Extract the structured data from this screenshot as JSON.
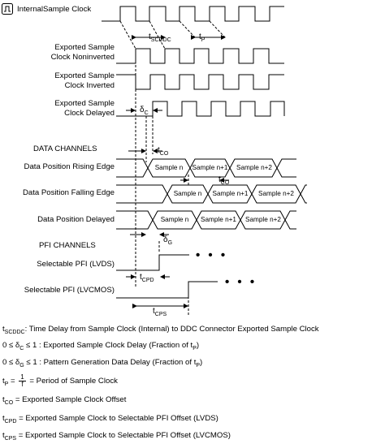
{
  "clock_label": "InternalSample Clock",
  "signals": {
    "noninv_l1": "Exported Sample",
    "noninv_l2": "Clock Noninverted",
    "inv_l1": "Exported Sample",
    "inv_l2": "Clock Inverted",
    "del_l1": "Exported Sample",
    "del_l2": "Clock Delayed"
  },
  "data_channels": {
    "title": "DATA CHANNELS",
    "rising": "Data Position Rising Edge",
    "falling": "Data Position Falling Edge",
    "delayed": "Data Position Delayed",
    "sample_n": "Sample n",
    "sample_n1": "Sample n+1",
    "sample_n2": "Sample n+2"
  },
  "pfi": {
    "title": "PFI CHANNELS",
    "lvds": "Selectable PFI (LVDS)",
    "lvcmos": "Selectable PFI (LVCMOS)",
    "ellipsis": "• • •"
  },
  "timing": {
    "t": "t",
    "scddc": "SCDDC",
    "p": "P",
    "delta": "δ",
    "c": "C",
    "co": "CO",
    "g": "G",
    "cpd": "CPD",
    "cps": "CPS"
  },
  "legend": {
    "l1_sub": "SCDDC",
    "l1_text": ": Time Delay from Sample Clock (Internal) to DDC Connector Exported Sample Clock",
    "l2_pre": "0 ≤ δ",
    "l2_sub": "C",
    "l2_text": " ≤ 1 : Exported Sample Clock Delay (Fraction of t",
    "l2_sub2": "P",
    "l2_end": ")",
    "l3_pre": "0 ≤ δ",
    "l3_sub": "G",
    "l3_text": " ≤ 1 : Pattern Generation Data Delay (Fraction of t",
    "l3_sub2": "P",
    "l3_end": ")",
    "l4_sub": "P",
    "l4_eq": " = ",
    "l4_num": "1",
    "l4_den": "f",
    "l4_text": " = Period of Sample Clock",
    "l5_sub": "CO",
    "l5_text": " = Exported Sample Clock Offset",
    "l6_sub": "CPD",
    "l6_text": " = Exported Sample Clock to Selectable PFI Offset (LVDS)",
    "l7_sub": "CPS",
    "l7_text": " = Exported Sample Clock to Selectable PFI Offset (LVCMOS)"
  }
}
